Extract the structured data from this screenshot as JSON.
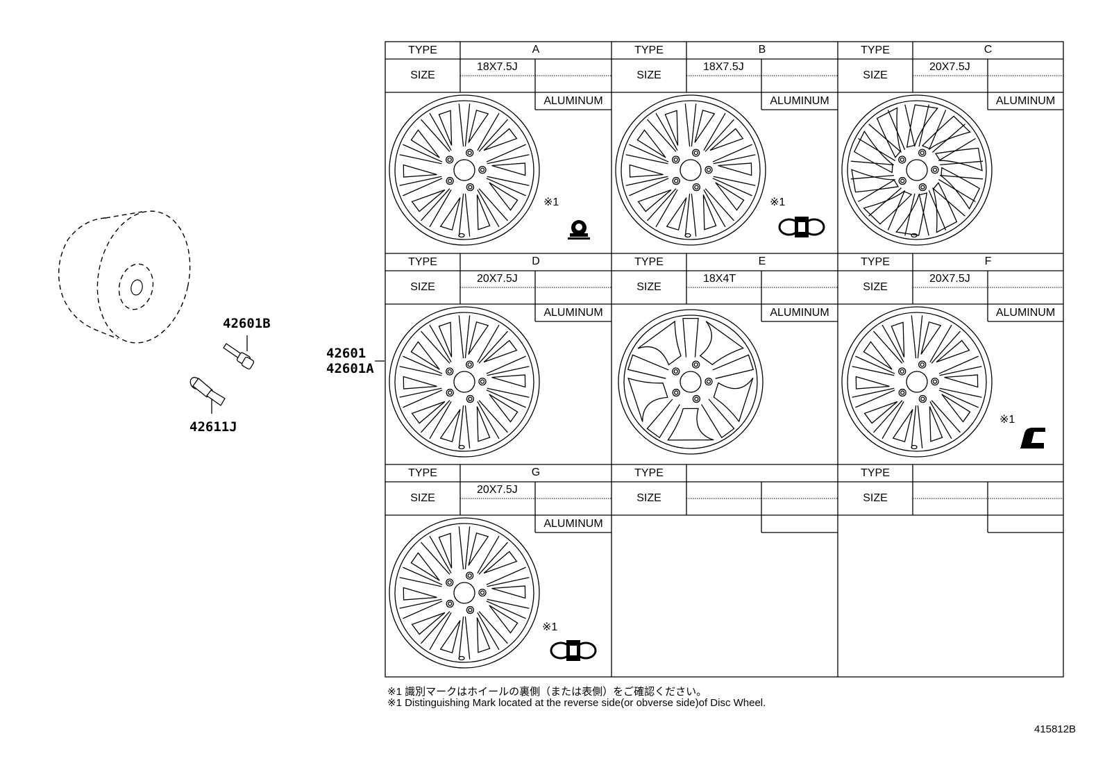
{
  "parts": {
    "valve_stem_top": "42601B",
    "valve_stem_bottom": "42611J",
    "wheel_main": "42601",
    "wheel_alt": "42601A"
  },
  "labels": {
    "type": "TYPE",
    "size": "SIZE",
    "mark": "※1"
  },
  "wheels": [
    {
      "type": "A",
      "size": "18X7.5J",
      "material": "ALUMINUM",
      "mark_symbol": "ring-on-base-icon"
    },
    {
      "type": "B",
      "size": "18X7.5J",
      "material": "ALUMINUM",
      "mark_symbol": "double-ring-icon"
    },
    {
      "type": "C",
      "size": "20X7.5J",
      "material": "ALUMINUM"
    },
    {
      "type": "D",
      "size": "20X7.5J",
      "material": "ALUMINUM"
    },
    {
      "type": "E",
      "size": "18X4T",
      "material": "ALUMINUM"
    },
    {
      "type": "F",
      "size": "20X7.5J",
      "material": "ALUMINUM",
      "mark_symbol": "step-bracket-icon"
    },
    {
      "type": "G",
      "size": "20X7.5J",
      "material": "ALUMINUM",
      "mark_symbol": "double-ring-icon"
    },
    {
      "type": "",
      "size": "",
      "material": ""
    },
    {
      "type": "",
      "size": "",
      "material": ""
    }
  ],
  "notes": {
    "jp": "※1  識別マークはホイールの裏側（または表側）をご確認ください。",
    "en": "※1  Distinguishing Mark located at the reverse side(or obverse side)of Disc Wheel."
  },
  "diagram_id": "415812B"
}
